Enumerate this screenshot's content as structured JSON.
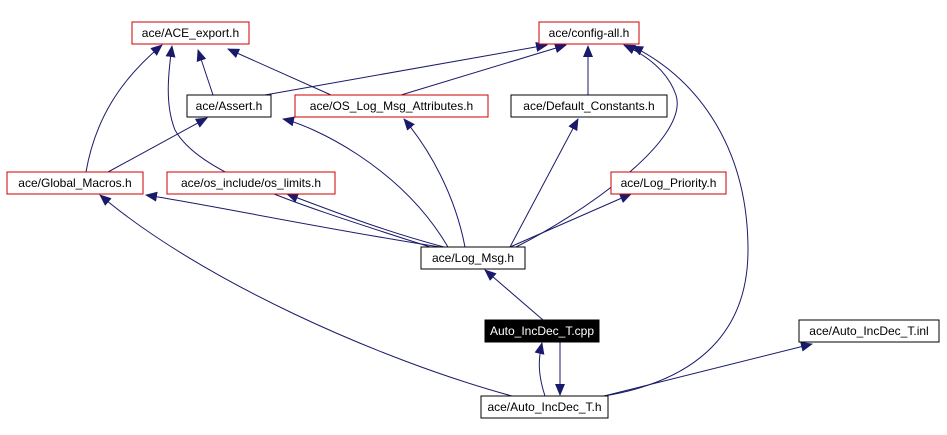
{
  "colors": {
    "edge": "#1a1a6b",
    "border_red": "#cc0000",
    "border_black": "#000000",
    "highlight_fill": "#000000",
    "highlight_text": "#ffffff",
    "default_fill": "#ffffff",
    "default_text": "#000000"
  },
  "nodes": [
    {
      "id": "ace_export",
      "label": "ace/ACE_export.h",
      "border": "red"
    },
    {
      "id": "config_all",
      "label": "ace/config-all.h",
      "border": "red"
    },
    {
      "id": "assert",
      "label": "ace/Assert.h",
      "border": "black"
    },
    {
      "id": "os_log_attr",
      "label": "ace/OS_Log_Msg_Attributes.h",
      "border": "red"
    },
    {
      "id": "default_constants",
      "label": "ace/Default_Constants.h",
      "border": "black"
    },
    {
      "id": "global_macros",
      "label": "ace/Global_Macros.h",
      "border": "red"
    },
    {
      "id": "os_limits",
      "label": "ace/os_include/os_limits.h",
      "border": "red"
    },
    {
      "id": "log_priority",
      "label": "ace/Log_Priority.h",
      "border": "red"
    },
    {
      "id": "log_msg",
      "label": "ace/Log_Msg.h",
      "border": "black"
    },
    {
      "id": "auto_cpp",
      "label": "Auto_IncDec_T.cpp",
      "border": "black",
      "highlight": true
    },
    {
      "id": "auto_inl",
      "label": "ace/Auto_IncDec_T.inl",
      "border": "black"
    },
    {
      "id": "auto_h",
      "label": "ace/Auto_IncDec_T.h",
      "border": "black"
    }
  ],
  "edges": [
    {
      "from": "assert",
      "to": "ace_export"
    },
    {
      "from": "assert",
      "to": "config_all"
    },
    {
      "from": "os_log_attr",
      "to": "ace_export"
    },
    {
      "from": "os_log_attr",
      "to": "config_all"
    },
    {
      "from": "default_constants",
      "to": "config_all"
    },
    {
      "from": "global_macros",
      "to": "ace_export"
    },
    {
      "from": "global_macros",
      "to": "assert"
    },
    {
      "from": "log_msg",
      "to": "ace_export"
    },
    {
      "from": "log_msg",
      "to": "config_all"
    },
    {
      "from": "log_msg",
      "to": "assert"
    },
    {
      "from": "log_msg",
      "to": "os_log_attr"
    },
    {
      "from": "log_msg",
      "to": "default_constants"
    },
    {
      "from": "log_msg",
      "to": "global_macros"
    },
    {
      "from": "log_msg",
      "to": "os_limits"
    },
    {
      "from": "log_msg",
      "to": "log_priority"
    },
    {
      "from": "auto_cpp",
      "to": "log_msg"
    },
    {
      "from": "auto_cpp",
      "to": "auto_h"
    },
    {
      "from": "auto_h",
      "to": "auto_cpp"
    },
    {
      "from": "auto_h",
      "to": "global_macros"
    },
    {
      "from": "auto_h",
      "to": "config_all"
    },
    {
      "from": "auto_h",
      "to": "auto_inl"
    }
  ]
}
